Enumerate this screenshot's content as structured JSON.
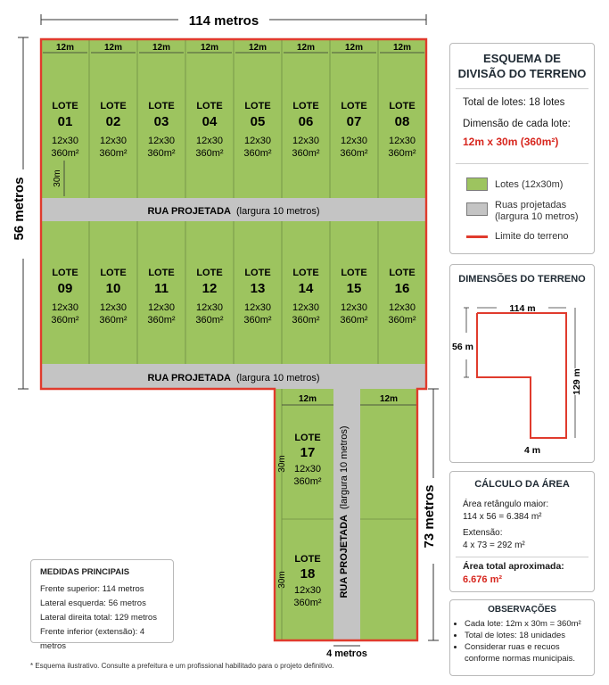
{
  "plan": {
    "top_dimension": "114 metros",
    "left_dimension": "56 metros",
    "right_dimension": "73 metros",
    "bottom_dimension": "4 metros",
    "lot_width_label": "12m",
    "lot_depth_label": "30m",
    "lot_word": "LOTE",
    "lot_size": "12x30",
    "lot_area": "360m²",
    "lots_row1": [
      "01",
      "02",
      "03",
      "04",
      "05",
      "06",
      "07",
      "08"
    ],
    "lots_row2": [
      "09",
      "10",
      "11",
      "12",
      "13",
      "14",
      "15",
      "16"
    ],
    "lot_17": "17",
    "lot_18": "18",
    "street_name": "RUA PROJETADA",
    "street_width": "(largura 10 metros)",
    "street_vertical": "RUA PROJETADA (largura 10 metros)"
  },
  "summary": {
    "title_line1": "ESQUEMA DE",
    "title_line2": "DIVISÃO DO TERRENO",
    "total_lots": "Total de lotes: 18 lotes",
    "lot_dimension_label": "Dimensão de cada lote:",
    "lot_dimension_value": "12m x 30m (360m²)",
    "legend": {
      "lots": "Lotes (12x30m)",
      "streets_line1": "Ruas projetadas",
      "streets_line2": "(largura 10 metros)",
      "boundary": "Limite do terreno"
    }
  },
  "dimensions_panel": {
    "title": "DIMENSÕES DO TERRENO",
    "top": "114 m",
    "left": "56 m",
    "right": "129 m",
    "bottom": "4 m"
  },
  "area_panel": {
    "title": "CÁLCULO DA ÁREA",
    "rect_label": "Área retângulo maior:",
    "rect_calc": "114 x 56 = 6.384 m²",
    "ext_label": "Extensão:",
    "ext_calc": "4 x 73 = 292 m²",
    "total_label": "Área total aproximada:",
    "total_value": "6.676 m²"
  },
  "observations": {
    "title": "OBSERVAÇÕES",
    "items": [
      "Cada lote: 12m x 30m = 360m²",
      "Total de lotes: 18 unidades",
      "Considerar ruas e recuos",
      "conforme normas municipais."
    ]
  },
  "medidas": {
    "title": "MEDIDAS PRINCIPAIS",
    "items": [
      "Frente superior: 114 metros",
      "Lateral esquerda: 56 metros",
      "Lateral direita total: 129 metros",
      "Frente inferior (extensão): 4 metros"
    ]
  },
  "footnote": "* Esquema ilustrativo. Consulte a prefeitura e um profissional habilitado para o projeto definitivo.",
  "colors": {
    "lot": "#9dc45f",
    "street": "#c4c4c4",
    "boundary": "#e03b2d",
    "accent_red": "#d7261e"
  }
}
